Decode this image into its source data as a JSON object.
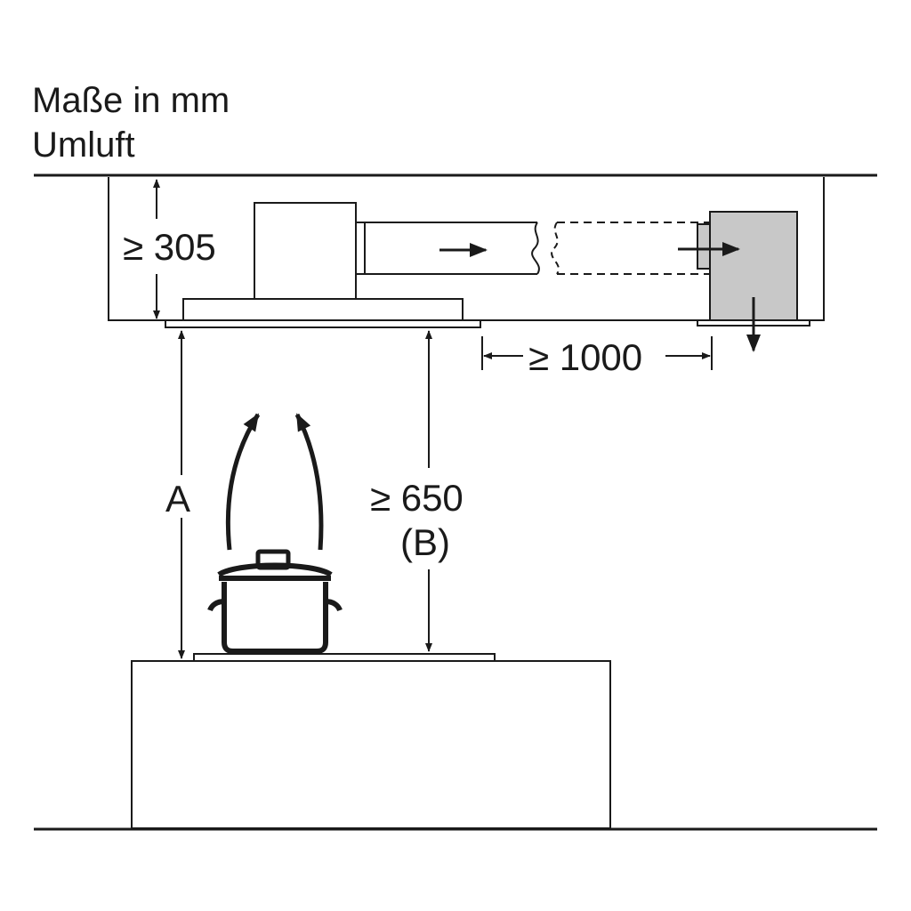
{
  "header": {
    "title": "Maße in mm",
    "subtitle": "Umluft"
  },
  "dimensions": {
    "hood_height": "≥ 305",
    "filter_distance": "≥ 1000",
    "label_a": "A",
    "min_clearance": "≥ 650",
    "min_clearance_ref": "(B)"
  },
  "colors": {
    "line": "#1a1a1a",
    "filter_box": "#c8c8c8",
    "background": "#ffffff"
  }
}
